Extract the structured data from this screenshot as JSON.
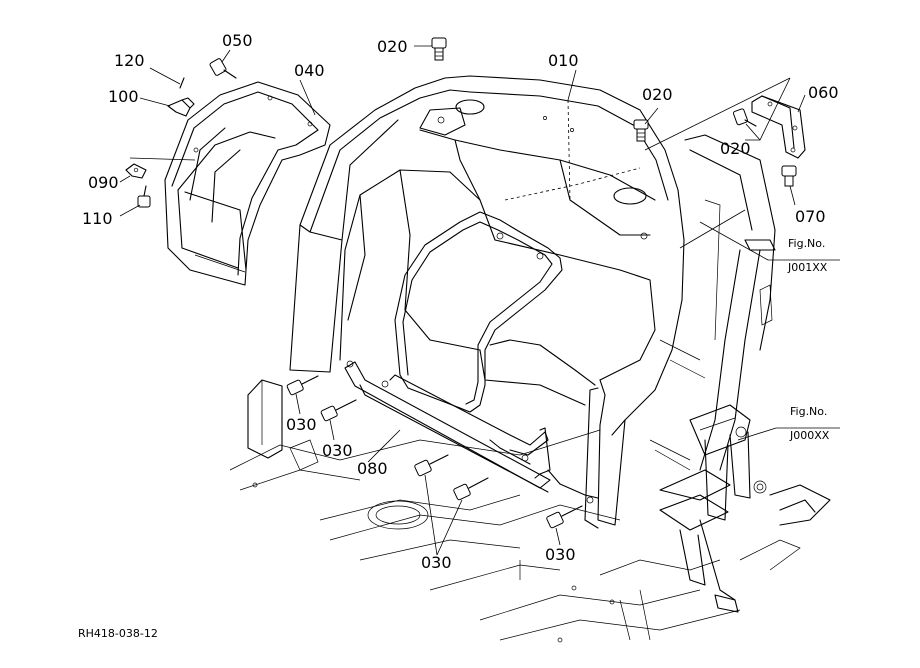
{
  "parts": {
    "p010": "010",
    "p020a": "020",
    "p020b": "020",
    "p020c": "020",
    "p030a": "030",
    "p030b": "030",
    "p030c": "030",
    "p030d": "030",
    "p040": "040",
    "p050": "050",
    "p060": "060",
    "p070": "070",
    "p080": "080",
    "p090": "090",
    "p100": "100",
    "p110": "110",
    "p120": "120"
  },
  "refs": {
    "fig1_line1": "Fig.No.",
    "fig1_line2": "J001XX",
    "fig2_line1": "Fig.No.",
    "fig2_line2": "J000XX"
  },
  "drawing_code": "RH418-038-12"
}
